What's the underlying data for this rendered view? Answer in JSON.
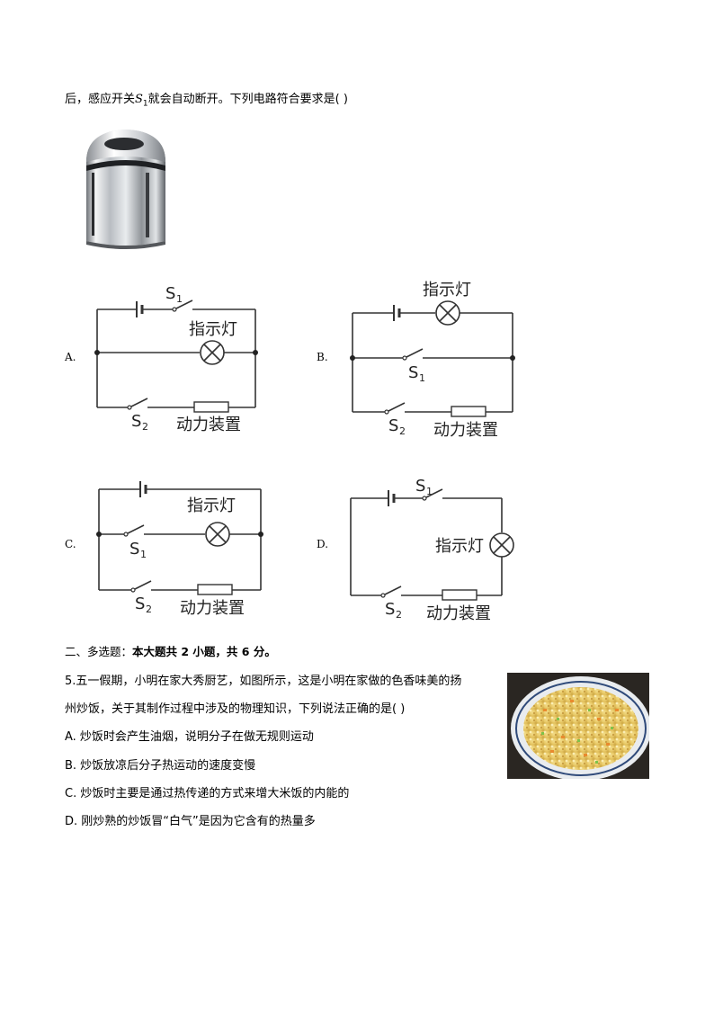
{
  "question_tail": {
    "text_before": "后，感应开关",
    "switch_var": "S",
    "sub": "1",
    "text_after": "就会自动断开。下列电路符合要求是(    )"
  },
  "circuit_labels": {
    "s1": "S",
    "s1_sub": "1",
    "s2": "S",
    "s2_sub": "2",
    "lamp": "指示灯",
    "device": "动力装置"
  },
  "options": [
    {
      "label": "A."
    },
    {
      "label": "B."
    },
    {
      "label": "C."
    },
    {
      "label": "D."
    }
  ],
  "section": {
    "title_prefix": "二、多选题：",
    "title_bold": "本大题共 2 小题，共 6 分。"
  },
  "question5": {
    "line1": "5.五一假期，小明在家大秀厨艺，如图所示，这是小明在家做的色香味美的扬",
    "line2": "州炒饭，关于其制作过程中涉及的物理知识，下列说法正确的是(    )",
    "choices": [
      "A. 炒饭时会产生油烟，说明分子在做无规则运动",
      "B. 炒饭放凉后分子热运动的速度变慢",
      "C. 炒饭时主要是通过热传递的方式来增大米饭的内能的",
      "D. 刚炒熟的炒饭冒“白气”是因为它含有的热量多"
    ]
  }
}
